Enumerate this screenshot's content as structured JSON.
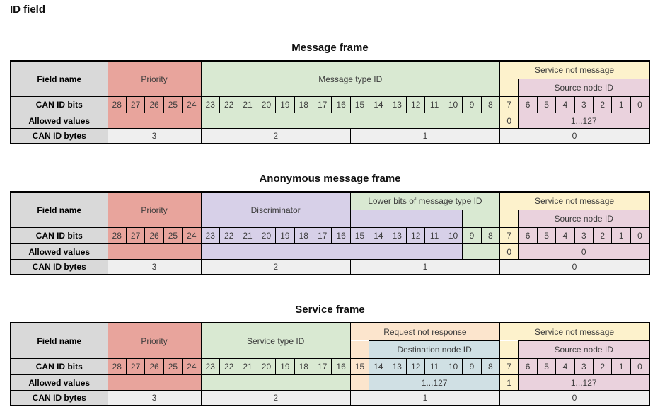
{
  "page_heading": "ID field",
  "row_labels": {
    "field": "Field name",
    "bits": "CAN ID bits",
    "allowed": "Allowed values",
    "bytes": "CAN ID bytes"
  },
  "bit_numbers": [
    "28",
    "27",
    "26",
    "25",
    "24",
    "23",
    "22",
    "21",
    "20",
    "19",
    "18",
    "17",
    "16",
    "15",
    "14",
    "13",
    "12",
    "11",
    "10",
    "9",
    "8",
    "7",
    "6",
    "5",
    "4",
    "3",
    "2",
    "1",
    "0"
  ],
  "colors": {
    "priority_red": "#e8a49c",
    "type_id_green": "#d9e9d2",
    "service_flag_yellow": "#fdf2cc",
    "source_node_pink": "#ead2dd",
    "discriminator_purple": "#d7d0e8",
    "request_flag_orange": "#fce5cd",
    "destination_node_blue": "#d0e0e4",
    "label_grey": "#d9d9d9",
    "bytes_grey": "#efefef",
    "border": "#000000"
  },
  "tables": [
    {
      "title": "Message frame",
      "fields": {
        "priority": "Priority",
        "type_id": "Message type ID",
        "service_not_message": "Service not message",
        "source_node_id": "Source node ID"
      },
      "allowed": {
        "service_flag": "0",
        "source_node_id": "1...127"
      },
      "bytes": [
        "3",
        "2",
        "1",
        "0"
      ]
    },
    {
      "title": "Anonymous message frame",
      "fields": {
        "priority": "Priority",
        "discriminator": "Discriminator",
        "lower_bits": "Lower bits of message type ID",
        "service_not_message": "Service not message",
        "source_node_id": "Source node ID"
      },
      "allowed": {
        "service_flag": "0",
        "source_node_id": "0"
      },
      "bytes": [
        "3",
        "2",
        "1",
        "0"
      ]
    },
    {
      "title": "Service frame",
      "fields": {
        "priority": "Priority",
        "type_id": "Service type ID",
        "request_not_response": "Request not response",
        "destination_node_id": "Destination node ID",
        "service_not_message": "Service not message",
        "source_node_id": "Source node ID"
      },
      "allowed": {
        "destination_node_id": "1...127",
        "service_flag": "1",
        "source_node_id": "1...127"
      },
      "bytes": [
        "3",
        "2",
        "1",
        "0"
      ]
    }
  ]
}
